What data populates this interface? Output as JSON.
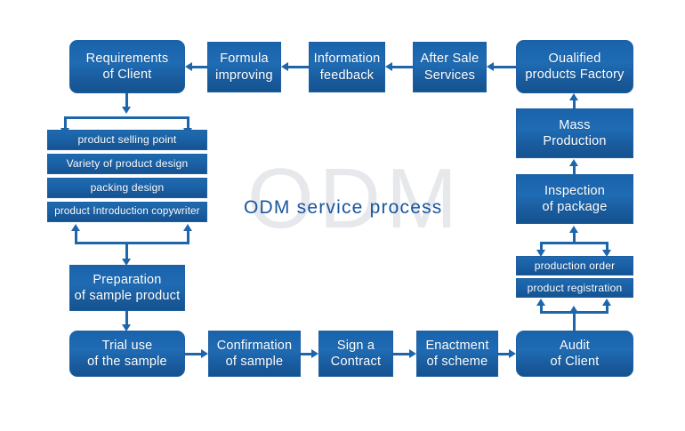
{
  "diagram": {
    "title": "ODM service process",
    "watermark": "ODM",
    "accent_color": "#1d66ab",
    "box_fill_top": "#1f6cb4",
    "box_fill_bottom": "#14538f",
    "text_color": "#ffffff",
    "watermark_color": "#e6e8ec",
    "title_color": "#18569e",
    "background": "#ffffff"
  },
  "nodes": {
    "requirements_of_client": "Requirements\nof Client",
    "requirements_of_client_l1": "Requirements",
    "requirements_of_client_l2": "of Client",
    "formula_improving_l1": "Formula",
    "formula_improving_l2": "improving",
    "information_feedback_l1": "Information",
    "information_feedback_l2": "feedback",
    "after_sale_services_l1": "After Sale",
    "after_sale_services_l2": "Services",
    "qualified_products_factory_l1": "Oualified",
    "qualified_products_factory_l2": "products Factory",
    "mass_production_l1": "Mass",
    "mass_production_l2": "Production",
    "inspection_of_package_l1": "Inspection",
    "inspection_of_package_l2": "of package",
    "production_order": "production order",
    "product_registration": "product registration",
    "audit_of_client_l1": "Audit",
    "audit_of_client_l2": "of Client",
    "enactment_of_scheme_l1": "Enactment",
    "enactment_of_scheme_l2": "of scheme",
    "sign_a_contract_l1": "Sign a",
    "sign_a_contract_l2": "Contract",
    "confirmation_of_sample_l1": "Confirmation",
    "confirmation_of_sample_l2": "of sample",
    "trial_use_of_the_sample_l1": "Trial use",
    "trial_use_of_the_sample_l2": "of the sample",
    "preparation_of_sample_product_l1": "Preparation",
    "preparation_of_sample_product_l2": "of sample product",
    "product_selling_point": "product selling point",
    "variety_of_product_design": "Variety of product design",
    "packing_design": "packing design",
    "product_introduction_copywriter": "product Introduction copywriter"
  }
}
